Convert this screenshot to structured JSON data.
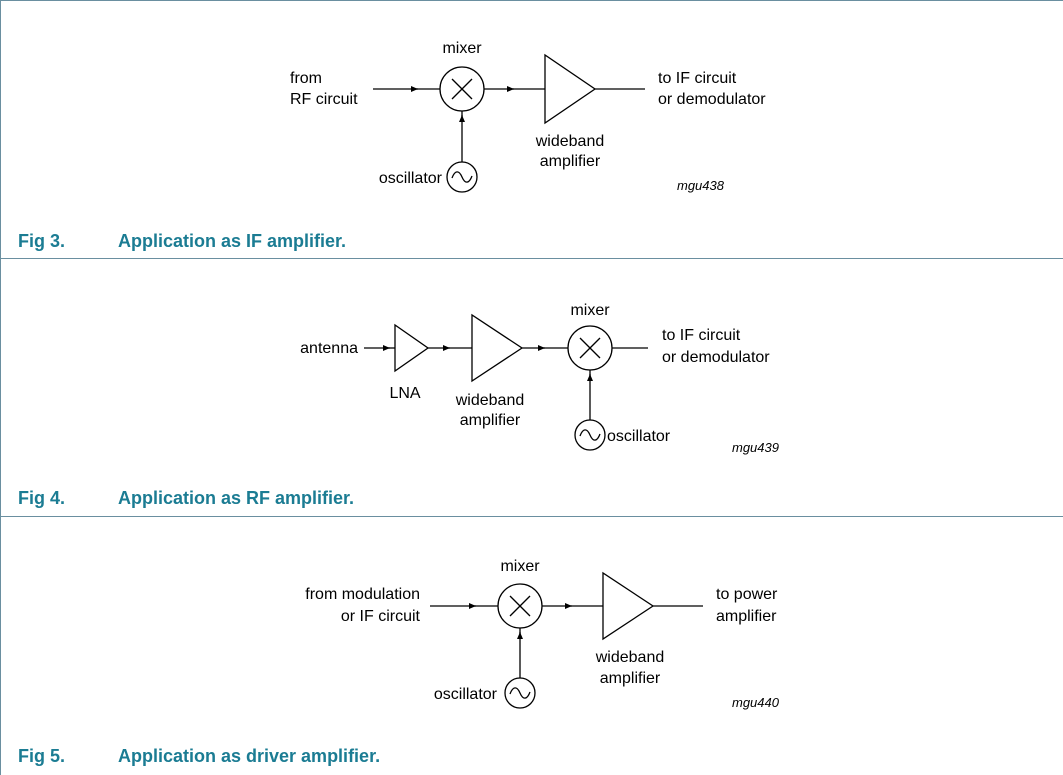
{
  "figures": [
    {
      "number": "Fig 3.",
      "caption": "Application as IF amplifier.",
      "labels": {
        "input1": "from",
        "input2": "RF circuit",
        "mixer": "mixer",
        "oscillator": "oscillator",
        "amp1": "wideband",
        "amp2": "amplifier",
        "output1": "to IF circuit",
        "output2": "or demodulator",
        "code": "mgu438"
      }
    },
    {
      "number": "Fig 4.",
      "caption": "Application as RF amplifier.",
      "labels": {
        "input": "antenna",
        "lna": "LNA",
        "amp1": "wideband",
        "amp2": "amplifier",
        "mixer": "mixer",
        "oscillator": "oscillator",
        "output1": "to IF circuit",
        "output2": "or demodulator",
        "code": "mgu439"
      }
    },
    {
      "number": "Fig 5.",
      "caption": "Application as driver amplifier.",
      "labels": {
        "input1": "from modulation",
        "input2": "or IF circuit",
        "mixer": "mixer",
        "oscillator": "oscillator",
        "amp1": "wideband",
        "amp2": "amplifier",
        "output1": "to power",
        "output2": "amplifier",
        "code": "mgu440"
      }
    }
  ]
}
